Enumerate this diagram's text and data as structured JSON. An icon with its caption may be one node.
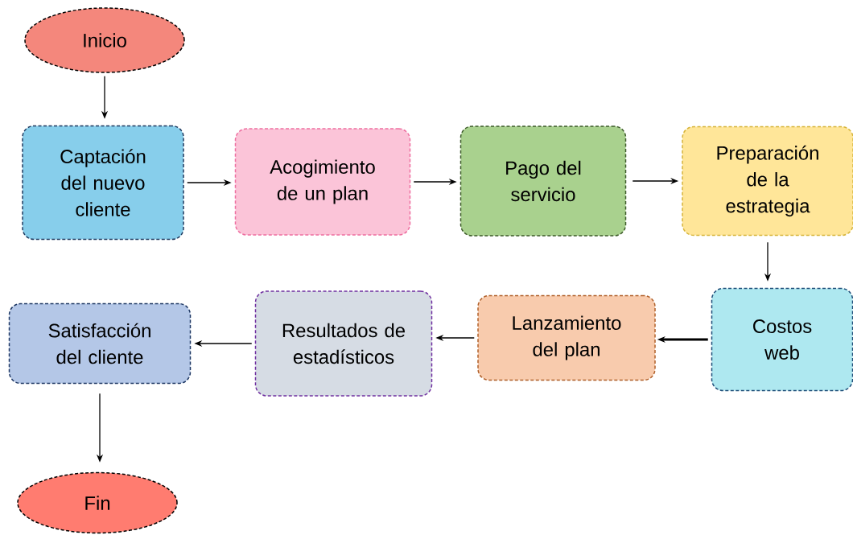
{
  "diagram": {
    "nodes": [
      {
        "text": [
          "Inicio"
        ]
      },
      {
        "text": [
          "Captación del nuevo cliente"
        ]
      },
      {
        "text": [
          "Acogimiento de un plan"
        ]
      },
      {
        "text": [
          "Pago del servicio"
        ]
      },
      {
        "text": [
          "Preparación de la estrategia"
        ]
      },
      {
        "text": [
          "Costos web"
        ]
      },
      {
        "text": [
          "Lanzamiento del plan"
        ]
      },
      {
        "text": [
          "Resultados de estadísticos"
        ]
      },
      {
        "text": [
          "Satisfacción del cliente"
        ]
      },
      {
        "text": [
          "Fin"
        ]
      }
    ],
    "edges": [
      {
        "from": 0,
        "to": 1,
        "arrow": "to"
      },
      {
        "from": 1,
        "to": 2,
        "arrow": "to"
      },
      {
        "from": 2,
        "to": 3,
        "arrow": "to"
      },
      {
        "from": 3,
        "to": 4,
        "arrow": "to"
      },
      {
        "from": 4,
        "to": 5,
        "arrow": "to"
      },
      {
        "from": 5,
        "to": 6,
        "arrow": "to",
        "style": "thick"
      },
      {
        "from": 6,
        "to": 7,
        "arrow": "to"
      },
      {
        "from": 7,
        "to": 8,
        "arrow": "to"
      },
      {
        "from": 8,
        "to": 9,
        "arrow": "to"
      }
    ]
  }
}
